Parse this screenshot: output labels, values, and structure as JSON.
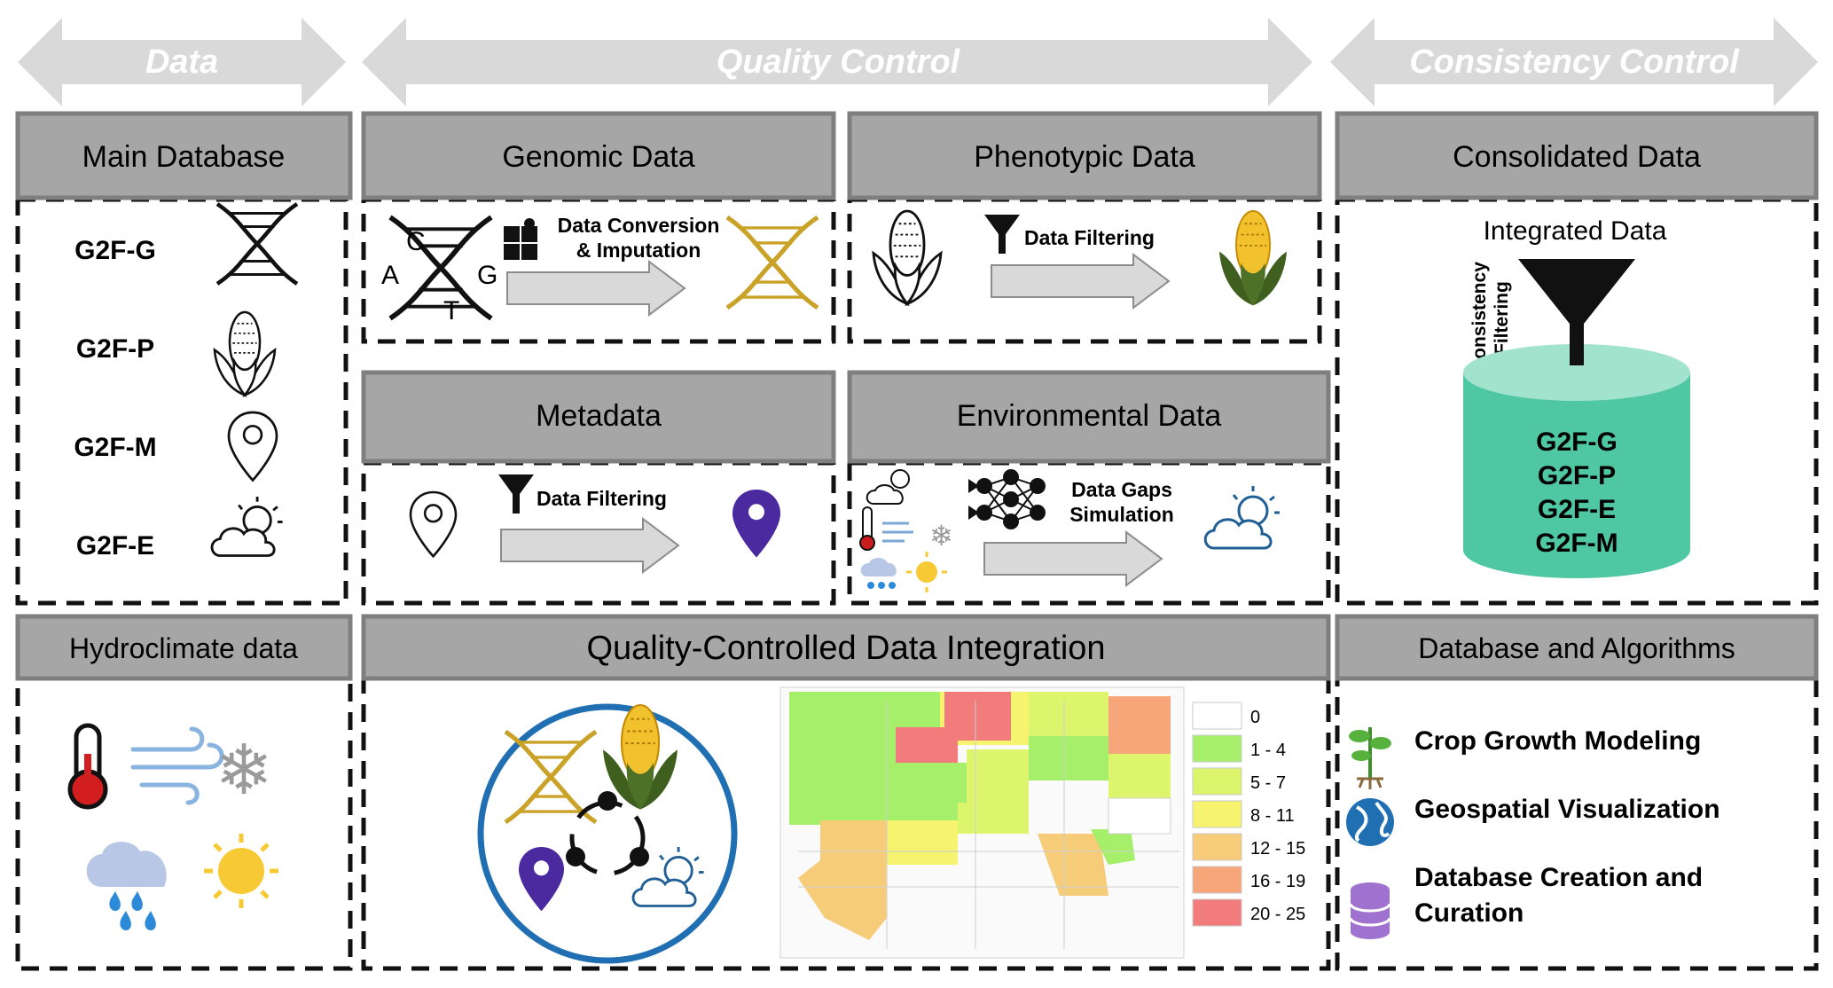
{
  "arrows": {
    "data": "Data",
    "quality_control": "Quality Control",
    "consistency_control": "Consistency Control"
  },
  "main_database": {
    "title": "Main Database",
    "items": [
      "G2F-G",
      "G2F-P",
      "G2F-M",
      "G2F-E"
    ]
  },
  "genomic": {
    "title": "Genomic Data",
    "letters": [
      "A",
      "C",
      "T",
      "G"
    ],
    "step_line1": "Data Conversion",
    "step_line2": "& Imputation"
  },
  "phenotypic": {
    "title": "Phenotypic Data",
    "step": "Data Filtering"
  },
  "metadata": {
    "title": "Metadata",
    "step": "Data Filtering"
  },
  "environmental": {
    "title": "Environmental Data",
    "step_line1": "Data Gaps",
    "step_line2": "Simulation"
  },
  "consolidated": {
    "title": "Consolidated Data",
    "integrated": "Integrated Data",
    "side_line1": "Consistency",
    "side_line2": "Filtering",
    "cylinder_items": [
      "G2F-G",
      "G2F-P",
      "G2F-E",
      "G2F-M"
    ]
  },
  "hydroclimate": {
    "title": "Hydroclimate data"
  },
  "integration": {
    "title": "Quality-Controlled Data Integration",
    "legend": [
      {
        "label": "0",
        "color": "#ffffff"
      },
      {
        "label": "1 - 4",
        "color": "#a6ef6b"
      },
      {
        "label": "5 - 7",
        "color": "#dcf56c"
      },
      {
        "label": "8 - 11",
        "color": "#f6f36f"
      },
      {
        "label": "12 - 15",
        "color": "#f6cc79"
      },
      {
        "label": "16 - 19",
        "color": "#f6a679"
      },
      {
        "label": "20 - 25",
        "color": "#f27b7b"
      }
    ]
  },
  "algorithms": {
    "title": "Database and Algorithms",
    "items": [
      {
        "label": "Crop Growth Modeling",
        "icon": "sprout-icon"
      },
      {
        "label": "Geospatial Visualization",
        "icon": "globe-icon"
      },
      {
        "label": "Database Creation and",
        "label2": "Curation",
        "icon": "database-icon"
      }
    ]
  },
  "colors": {
    "header_gray": "#a6a6a6",
    "arrow_gray": "#d9d9d9",
    "dna_gold": "#c9a227",
    "corn_green": "#3f5f1e",
    "corn_yellow": "#f2c12e",
    "pin_purple": "#4a2a9e",
    "cylinder_teal": "#4fc7a3",
    "cylinder_top": "#a2e3cd",
    "circle_blue": "#1f6fb2"
  }
}
